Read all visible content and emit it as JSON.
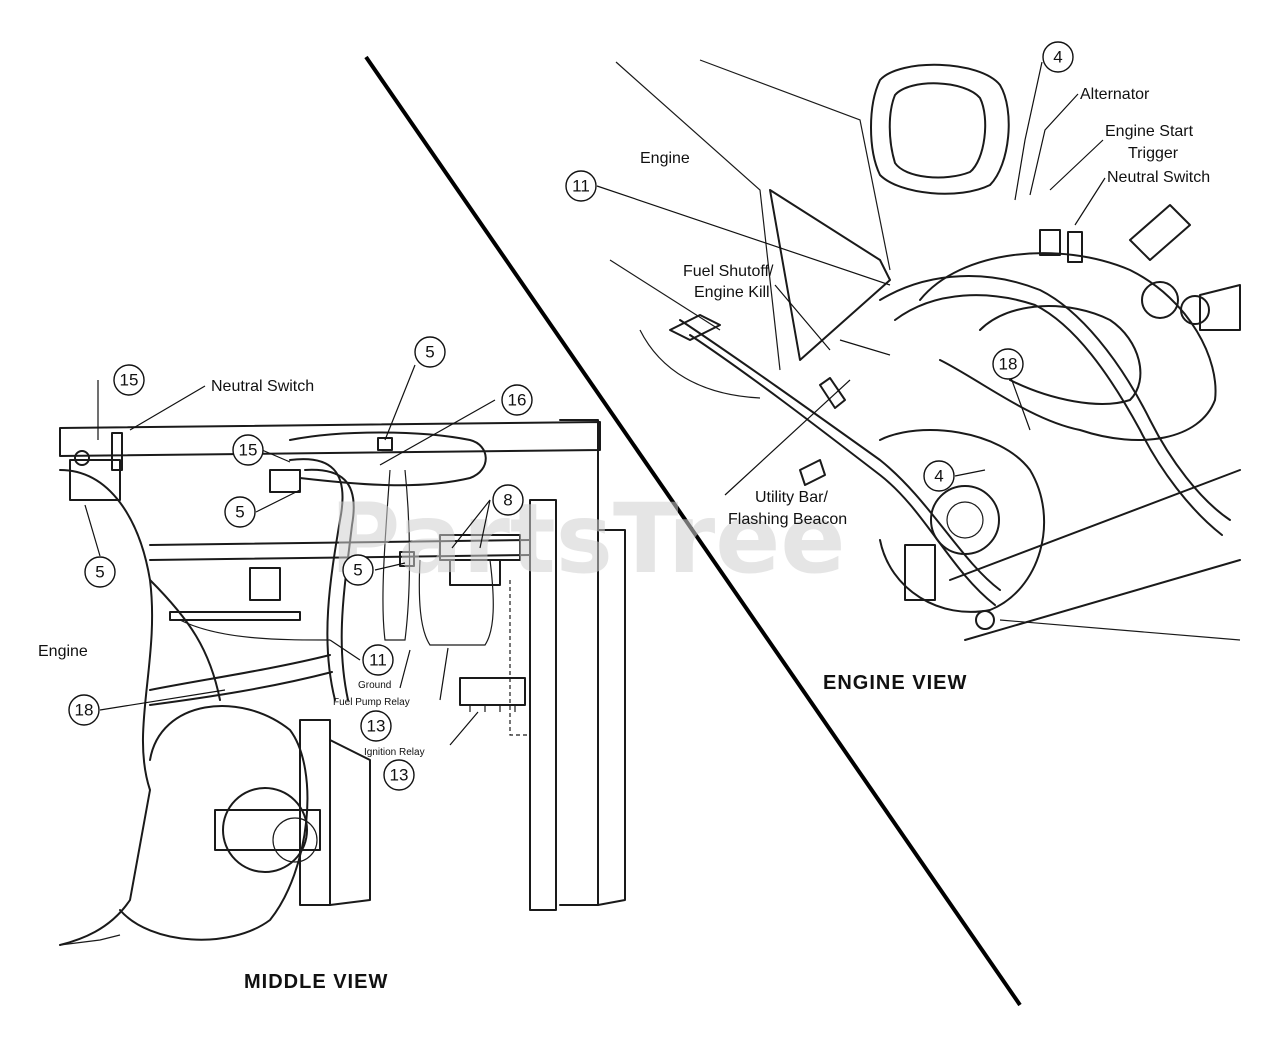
{
  "watermark": "PartsTree",
  "middle_view": {
    "title": "MIDDLE VIEW",
    "labels": {
      "neutral_switch": "Neutral Switch",
      "engine": "Engine",
      "ground": "Ground",
      "fuel_pump_relay": "Fuel Pump Relay",
      "ignition_relay": "Ignition Relay"
    },
    "callouts": [
      "15",
      "5",
      "15",
      "16",
      "5",
      "5",
      "8",
      "5",
      "11",
      "18",
      "13",
      "13"
    ]
  },
  "engine_view": {
    "title": "ENGINE VIEW",
    "labels": {
      "engine": "Engine",
      "alternator": "Alternator",
      "engine_start_trigger_1": "Engine Start",
      "engine_start_trigger_2": "Trigger",
      "neutral_switch": "Neutral Switch",
      "fuel_shutoff_1": "Fuel Shutoff/",
      "fuel_shutoff_2": "Engine Kill",
      "utility_bar_1": "Utility Bar/",
      "utility_bar_2": "Flashing Beacon"
    },
    "callouts": [
      "4",
      "11",
      "18",
      "4"
    ]
  }
}
